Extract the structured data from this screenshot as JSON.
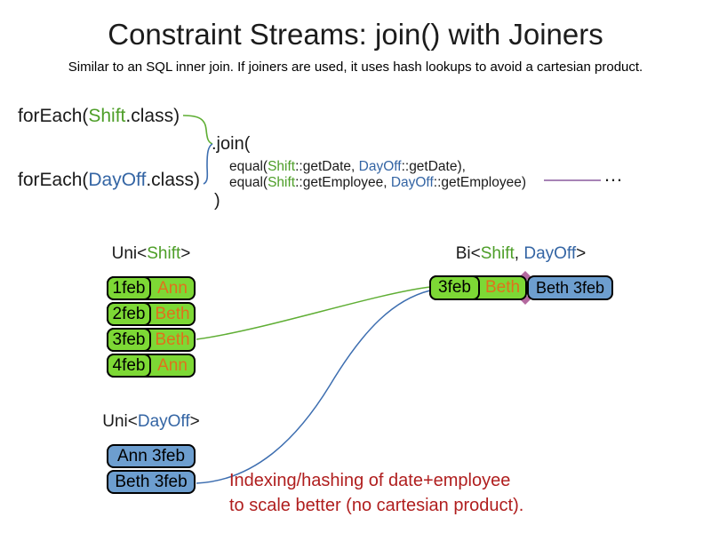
{
  "slide": {
    "title": "Constraint Streams: join() with Joiners",
    "subtitle": "Similar to an SQL inner join. If joiners are used, it uses hash lookups to avoid a cartesian product."
  },
  "code": {
    "foreach_shift": {
      "pre": "forEach(",
      "cls": "Shift",
      "post": ".class)"
    },
    "foreach_dayoff": {
      "pre": "forEach(",
      "cls": "DayOff",
      "post": ".class)"
    },
    "join_open": ".join(",
    "joiner_date": {
      "pre": "equal(",
      "a": "Shift",
      "mid": "::getDate, ",
      "b": "DayOff",
      "post": "::getDate),"
    },
    "joiner_employee": {
      "pre": "equal(",
      "a": "Shift",
      "mid": "::getEmployee, ",
      "b": "DayOff",
      "post": "::getEmployee)"
    },
    "join_close": ")",
    "ellipsis": "…"
  },
  "uni_shift": {
    "label": {
      "pre": "Uni<",
      "type": "Shift",
      "post": ">"
    },
    "rows": [
      {
        "date": "1feb",
        "employee": "Ann"
      },
      {
        "date": "2feb",
        "employee": "Beth"
      },
      {
        "date": "3feb",
        "employee": "Beth"
      },
      {
        "date": "4feb",
        "employee": "Ann"
      }
    ]
  },
  "uni_dayoff": {
    "label": {
      "pre": "Uni<",
      "type": "DayOff",
      "post": ">"
    },
    "rows": [
      {
        "text": "Ann 3feb"
      },
      {
        "text": "Beth 3feb"
      }
    ]
  },
  "bi": {
    "label": {
      "pre": "Bi<",
      "type1": "Shift",
      "sep": ", ",
      "type2": "DayOff",
      "post": ">"
    },
    "row": {
      "shift_date": "3feb",
      "shift_employee": "Beth",
      "dayoff": "Beth 3feb"
    }
  },
  "note": {
    "line1": "Indexing/hashing of date+employee",
    "line2": "to scale better (no cartesian product)."
  },
  "colors": {
    "shift_text_green": "#4d9e28",
    "dayoff_text_blue": "#3465a4",
    "employee_text_orange": "#e0711c",
    "shift_cell_green": "#7dd835",
    "dayoff_cell_blue": "#6d9ecf",
    "note_red": "#b01e1e",
    "connector_green": "#5fae34",
    "connector_blue": "#3d6eb0",
    "connector_purple": "#8a5a9e"
  }
}
